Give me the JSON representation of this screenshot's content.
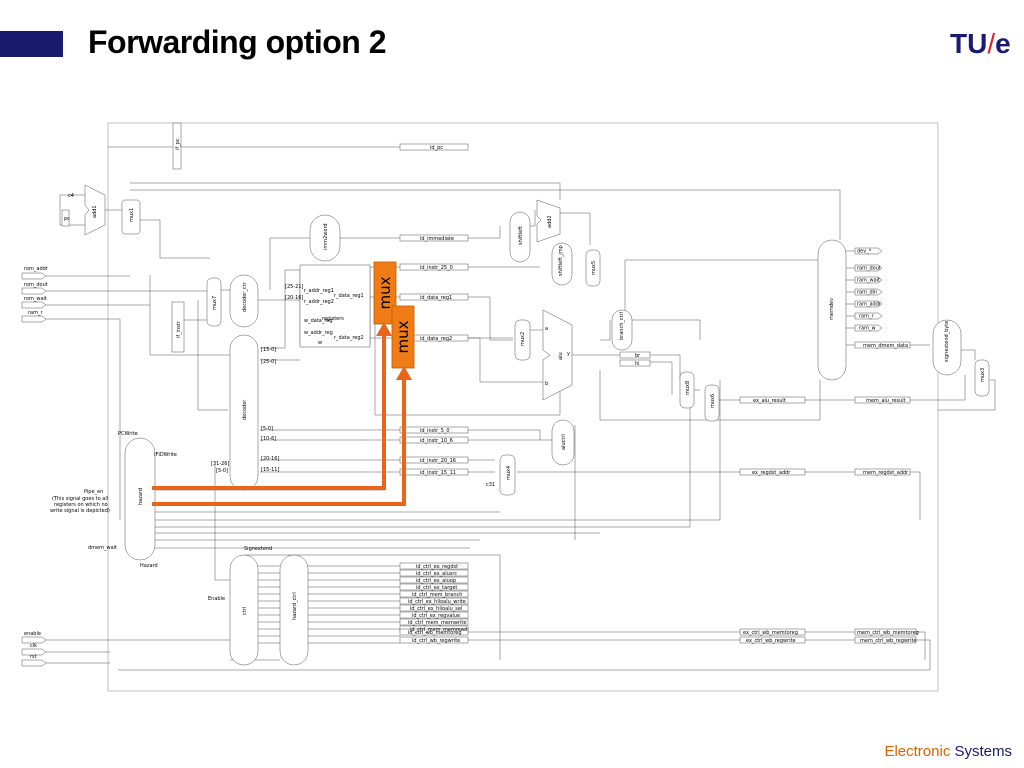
{
  "slide": {
    "title": "Forwarding option 2",
    "logo_left": "TU",
    "logo_slash": "/",
    "logo_right": "e",
    "footer_a": "Electronic",
    "footer_b": "Systems"
  },
  "colors": {
    "title_bar": "#1a1a6e",
    "highlight": "#f07c18",
    "highlight_line": "#e8651a"
  },
  "highlights": [
    "mux",
    "mux"
  ],
  "ports_in": [
    "rom_addr",
    "rom_dout",
    "rom_wait",
    "ram_r"
  ],
  "ports_right": [
    "dev_*",
    "ram_dout",
    "ram_wait",
    "ram_din",
    "ram_addr",
    "ram_r",
    "ram_w"
  ],
  "control_in": [
    "enable",
    "clk",
    "rst"
  ],
  "blocks": {
    "pc": "pc",
    "add1": "add1",
    "mux1": "mux1",
    "c4": "c4",
    "if_pc": "if_pc",
    "mux7": "mux7",
    "if_instr": "if_instr",
    "decoder_ctrl": "decoder_ctr",
    "decoder": "decoder",
    "registers": "registers",
    "imm2word": "imm2word",
    "shiftleft": "shiftleft",
    "add2": "add2",
    "shiftleft_jmp": "shiftleft_jmp",
    "mux5": "mux5",
    "mux2": "mux2",
    "alu": "alu",
    "branch_ctrl": "branch_ctrl",
    "mux8": "mux8",
    "mux6": "mux6",
    "memdev": "memdev",
    "signextend_byte": "signextend_byte",
    "mux3": "mux3",
    "aluctrl": "aluctrl",
    "mux4": "mux4",
    "c31": "c31",
    "hazard": "hazard",
    "ctrl": "ctrl",
    "hazard_ctrl": "hazard_ctrl"
  },
  "reg_ports": {
    "r_addr_reg1": "r_addr_reg1",
    "r_addr_reg2": "r_addr_reg2",
    "r_data_reg1": "r_data_reg1",
    "r_data_reg2": "r_data_reg2",
    "w_data_reg": "w_data_reg",
    "w_addr_reg": "w_addr_reg",
    "w": "w"
  },
  "bit_labels": {
    "b25_21": "[25-21]",
    "b20_16": "[20-16]",
    "b15_0": "[15-0]",
    "b25_0": "[25-0]",
    "b5_0": "[5-0]",
    "b10_6": "[10-6]",
    "b20_16b": "[20-16]",
    "b15_11": "[15-11]",
    "b31_26": "[31-26]",
    "b5_0b": "[5-0]"
  },
  "pipe_id": [
    "id_pc",
    "id_immediate",
    "id_instr_25_0",
    "id_data_reg1",
    "id_data_reg2",
    "id_instr_5_0",
    "id_instr_10_6",
    "id_instr_20_16",
    "id_instr_15_11"
  ],
  "pipe_ctrl": [
    "id_ctrl_ex_regdst",
    "id_ctrl_ex_alusrc",
    "id_ctrl_ex_aluop",
    "id_ctrl_ex_target",
    "id_ctrl_mem_branch",
    "id_ctrl_ex_hiloalu_write",
    "id_ctrl_ex_hiloalu_sel",
    "id_ctrl_ex_regvalue",
    "id_ctrl_mem_memwrite",
    "id_ctrl_mem_memread",
    "id_ctrl_wb_memtoreg",
    "id_ctrl_wb_regwrite"
  ],
  "pipe_ex": [
    "ex_alu_result",
    "ex_regdst_addr",
    "ex_ctrl_wb_memtoreg",
    "ex_ctrl_wb_regwrite"
  ],
  "pipe_mem": [
    "mem_dmem_data",
    "mem_alu_result",
    "mem_regdst_addr",
    "mem_ctrl_wb_memtoreg",
    "mem_ctrl_wb_regwrite"
  ],
  "ex_small": [
    "br",
    "hi"
  ],
  "misc": {
    "pcwrite": "PCWrite",
    "ifidwrite": "IFIDWrite",
    "pipe_en": "Pipe_en",
    "pipe_note1": "(This signal goes to all",
    "pipe_note2": "registers on which no",
    "pipe_note3": "write signal is depicted)",
    "dmem_wait": "dmem_wait",
    "hazard_out": "Hazard",
    "signextend": "Signextend",
    "enable_lbl": "Enable",
    "alu_a": "a",
    "alu_b": "b",
    "alu_y": "y"
  }
}
